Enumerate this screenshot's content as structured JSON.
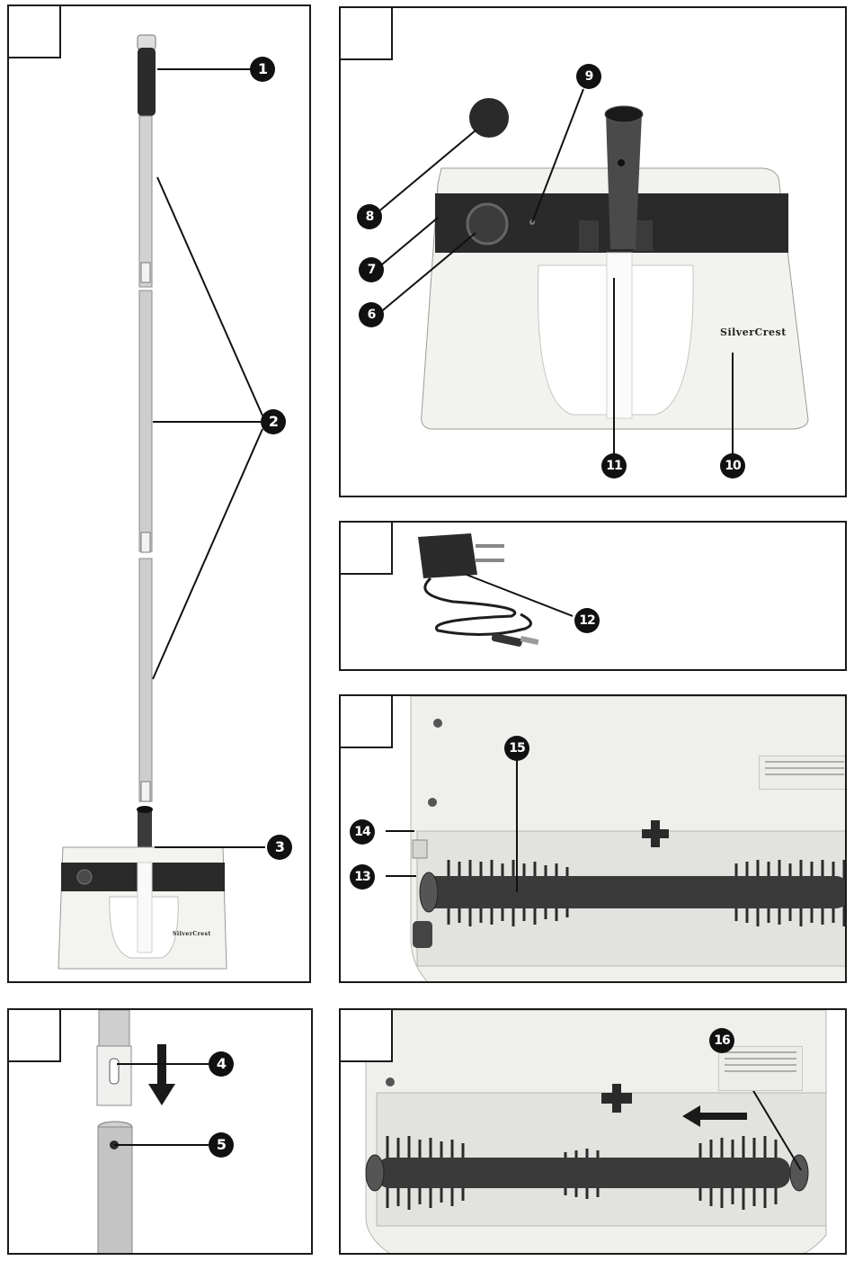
{
  "callouts": {
    "c1": "1",
    "c2": "2",
    "c3": "3",
    "c4": "4",
    "c5": "5",
    "c6": "6",
    "c7": "7",
    "c8": "8",
    "c9": "9",
    "c10": "10",
    "c11": "11",
    "c12": "12",
    "c13": "13",
    "c14": "14",
    "c15": "15",
    "c16": "16"
  },
  "brand": {
    "main": "SilverCrest",
    "small": "SilverCrest"
  },
  "colors": {
    "frame": "#1a1a1a",
    "device_body": "#f2f2ef",
    "device_band": "#2a2a2a",
    "brush_core": "#3a3a3a",
    "handle_grip": "#2b2b2b",
    "pole": "#c9c9c9"
  }
}
